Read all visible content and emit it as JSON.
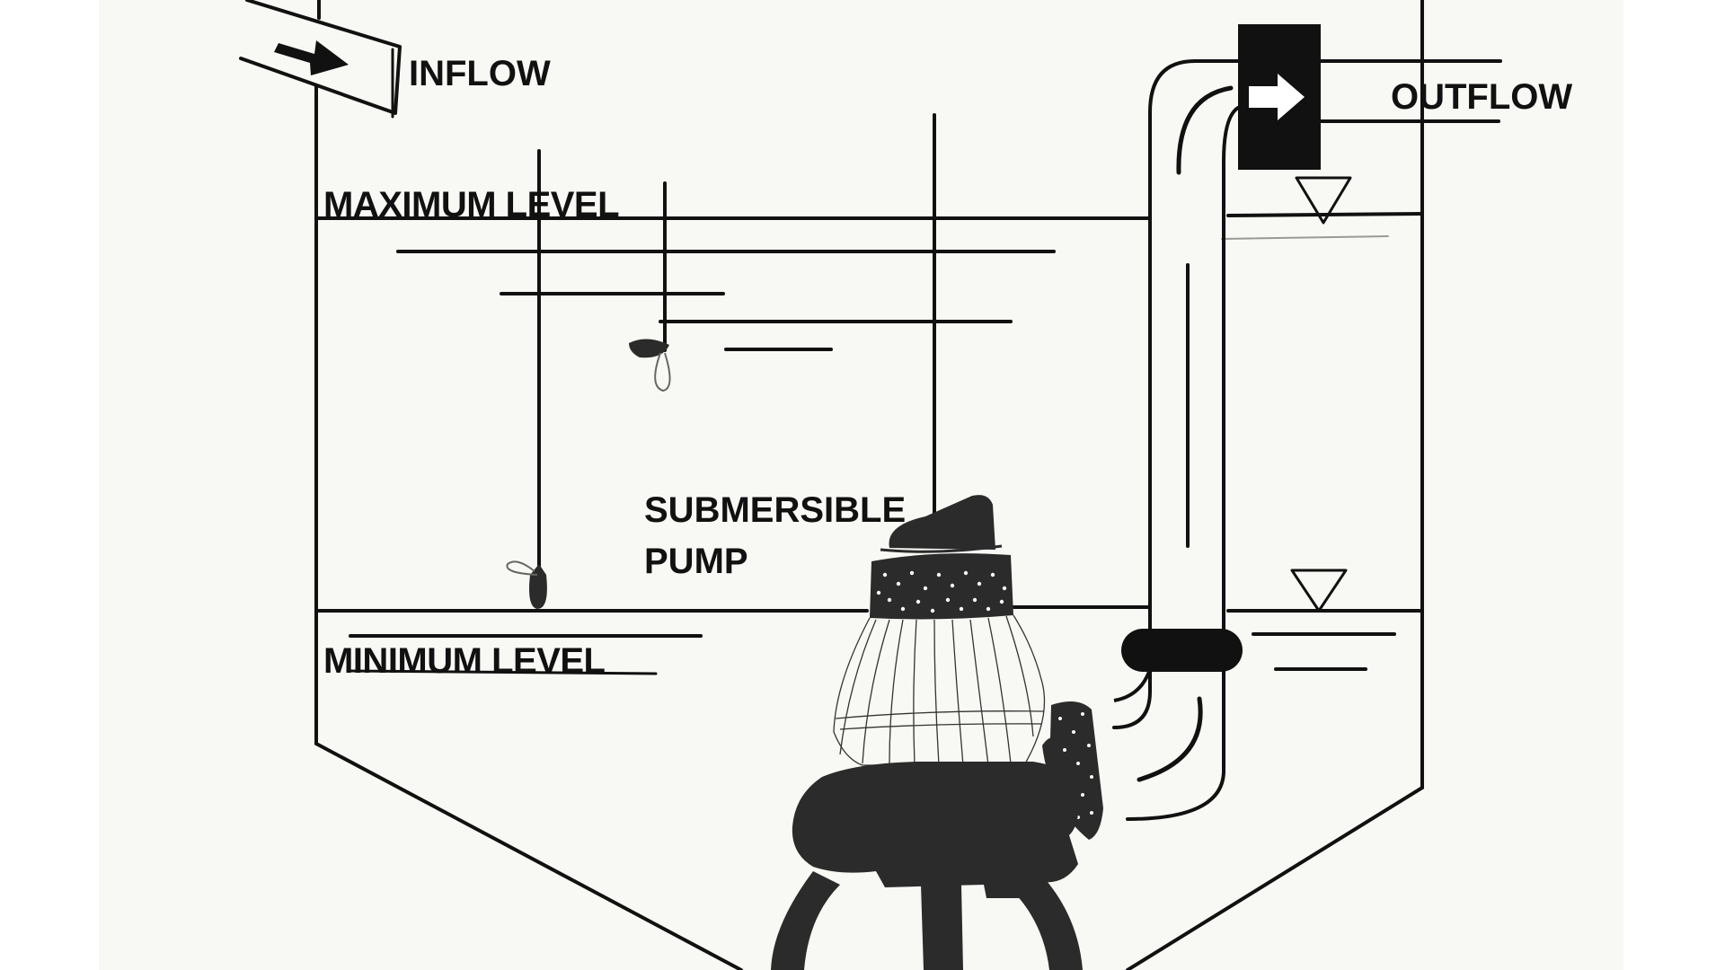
{
  "diagram": {
    "labels": {
      "inflow": "INFLOW",
      "outflow": "OUTFLOW",
      "maximum_level": "MAXIMUM LEVEL",
      "minimum_level": "MINIMUM LEVEL",
      "pump_line1": "SUBMERSIBLE",
      "pump_line2": "PUMP"
    },
    "icons": [
      "inflow-arrow-icon",
      "outflow-arrow-icon",
      "water-level-triangle-icon",
      "float-switch-icon"
    ],
    "colors": {
      "paper": "#f8f8f4",
      "ink": "#111111",
      "pump": "#2b2b2b",
      "arrow_light": "#ffffff"
    }
  }
}
